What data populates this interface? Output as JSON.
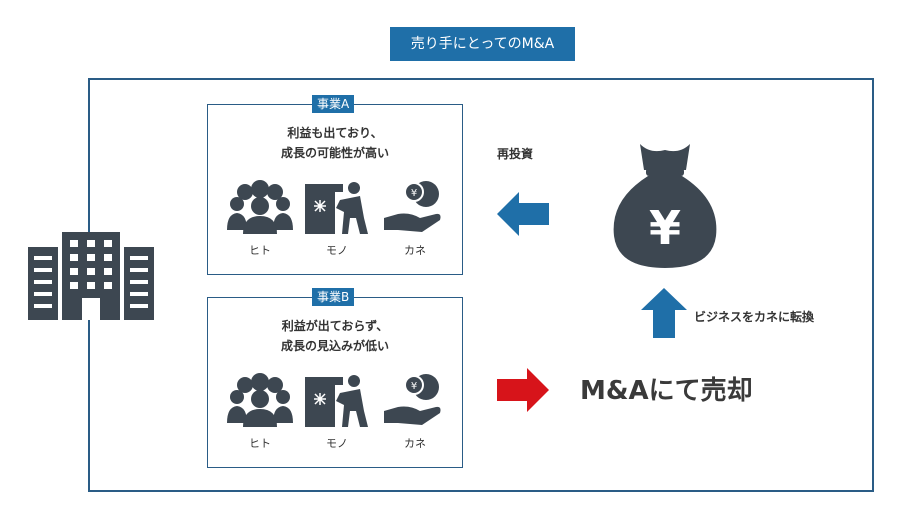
{
  "title": "売り手にとってのM&A",
  "business_a": {
    "tag": "事業A",
    "line1": "利益も出ており、",
    "line2": "成長の可能性が高い",
    "resources": [
      "ヒト",
      "モノ",
      "カネ"
    ]
  },
  "business_b": {
    "tag": "事業B",
    "line1": "利益が出ておらず、",
    "line2": "成長の見込みが低い",
    "resources": [
      "ヒト",
      "モノ",
      "カネ"
    ]
  },
  "reinvest_label": "再投資",
  "convert_label": "ビジネスをカネに転換",
  "sale_label": "M&Aにて売却",
  "colors": {
    "accent": "#1f6fa8",
    "frame": "#2a5c86",
    "red_arrow": "#d7141a",
    "icon": "#3d4751"
  },
  "icons": [
    "building-icon",
    "people-icon",
    "worker-icon",
    "money-hand-icon",
    "yen-bag-icon"
  ]
}
